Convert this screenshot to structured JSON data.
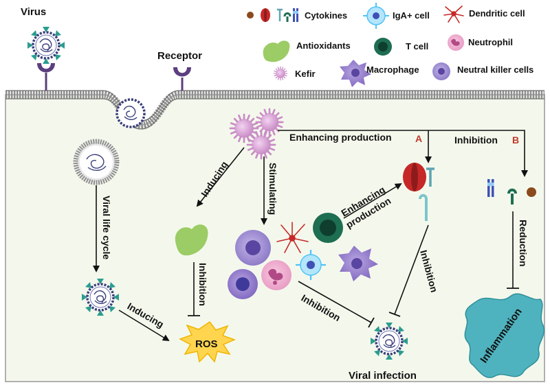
{
  "labels": {
    "virus": "Virus",
    "receptor": "Receptor",
    "viral_life_cycle": "Viral life cycle",
    "inducing_ros": "Inducing",
    "ros": "ROS",
    "inducing_antioxidant": "Inducing",
    "inhibition_ros": "Inhibition",
    "stimulating": "Stimulating",
    "enhancing_top": "Enhancing production",
    "marker_a": "A",
    "inhibition_top": "Inhibition",
    "marker_b": "B",
    "enhancing_line1": "Enhancing",
    "enhancing_line2": "production",
    "inhibition_cells": "Inhibition",
    "inhibition_cytokine": "Inhibition",
    "viral_infection": "Viral infection",
    "reduction": "Reduction",
    "inflammation": "Inflammation"
  },
  "legend": {
    "cytokines": "Cytokines",
    "iga_cell": "IgA+ cell",
    "dendritic_cell": "Dendritic cell",
    "antioxidants": "Antioxidants",
    "t_cell": "T cell",
    "neutrophil": "Neutrophil",
    "kefir": "Kefir",
    "macrophage": "Macrophage",
    "nk_cells": "Neutral killer cells"
  },
  "colors": {
    "virus_teal": "#2a9d8f",
    "virus_capsid": "#3a3f7a",
    "receptor_purple": "#5b3f7e",
    "kefir_pink": "#d9a0d6",
    "antioxidant_green": "#9ccc65",
    "tcell_green": "#1e6e52",
    "cytokine_red": "#c62828",
    "cytoplasm": "#f4f8ec",
    "membrane": "#8f8f8f",
    "ros_yellow": "#ffd54f",
    "inflammation_teal": "#4fb3bf",
    "marker_red": "#c0392b"
  }
}
